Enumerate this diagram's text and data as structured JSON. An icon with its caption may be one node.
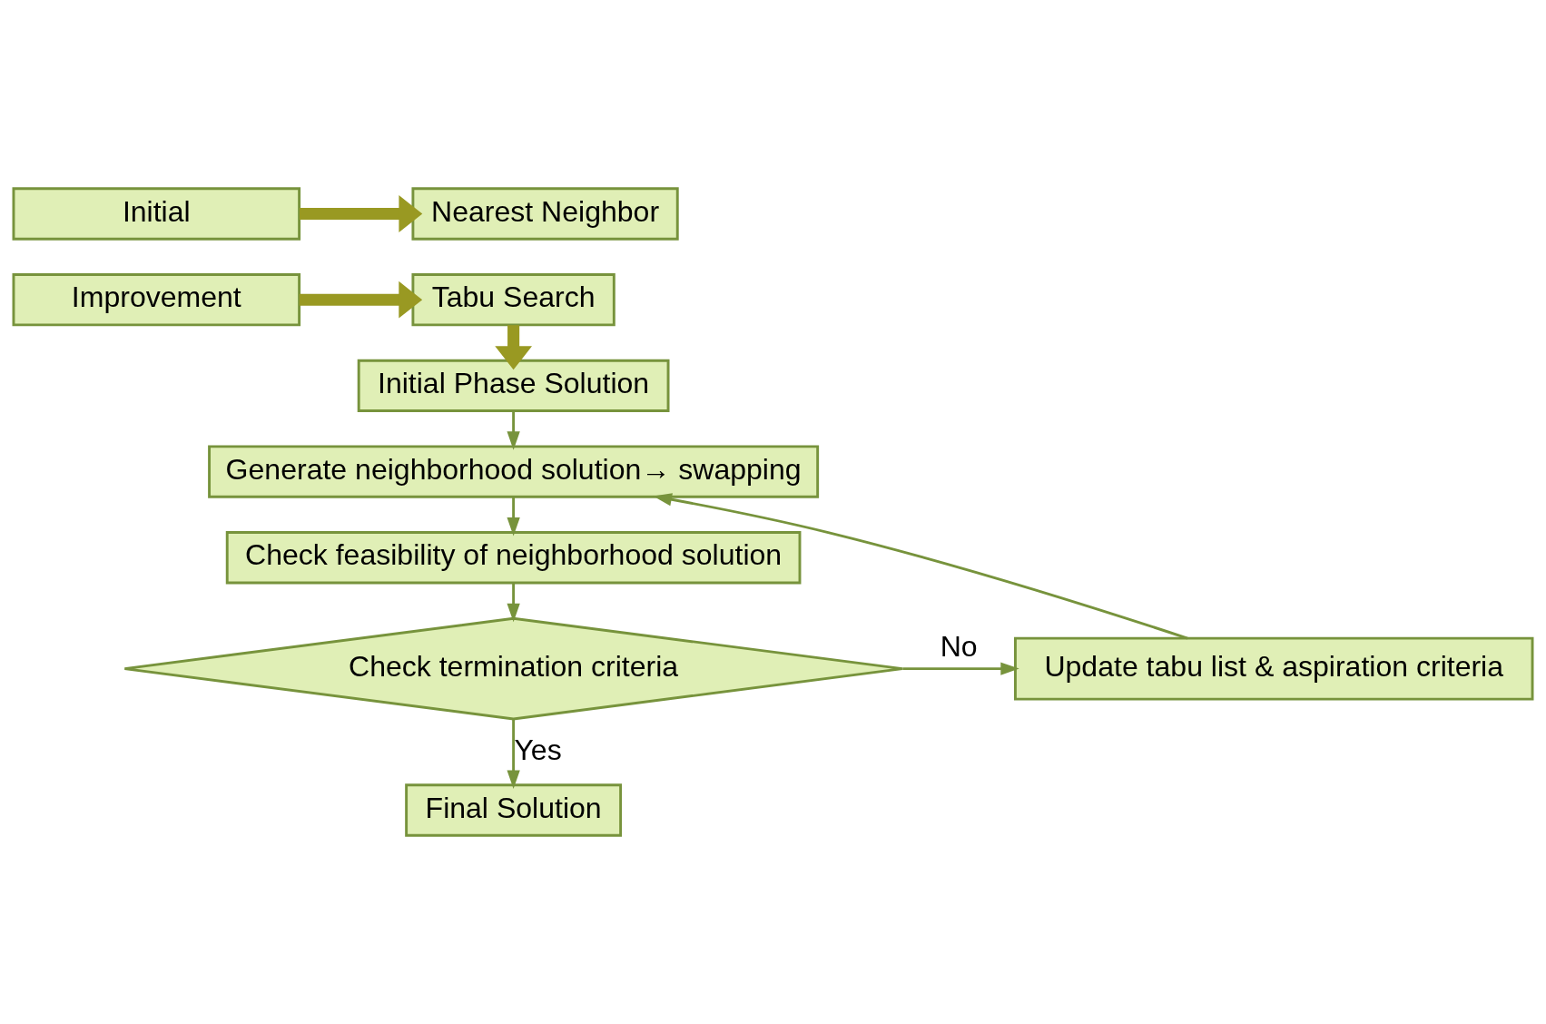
{
  "diagram": {
    "nodes": [
      {
        "text": [
          "Initial"
        ]
      },
      {
        "text": [
          "Nearest Neighbor"
        ]
      },
      {
        "text": [
          "Improvement"
        ]
      },
      {
        "text": [
          "Tabu Search"
        ]
      },
      {
        "text": [
          "Initial Phase Solution"
        ]
      },
      {
        "text": [
          "Generate neighborhood solution→ swapping"
        ]
      },
      {
        "text": [
          "Check feasibility of neighborhood solution"
        ]
      },
      {
        "text": [
          "Check termination criteria"
        ]
      },
      {
        "text": [
          "Update tabu list & aspiration criteria"
        ]
      },
      {
        "text": [
          "Final Solution"
        ]
      }
    ],
    "edges": [
      {
        "from": 0,
        "to": 1,
        "arrow": "to",
        "style": "thick",
        "color": "#999922"
      },
      {
        "from": 2,
        "to": 3,
        "arrow": "to",
        "style": "thick",
        "color": "#999922"
      },
      {
        "from": 3,
        "to": 4,
        "arrow": "to",
        "style": "thick",
        "color": "#999922"
      },
      {
        "from": 4,
        "to": 5,
        "arrow": "to"
      },
      {
        "from": 5,
        "to": 6,
        "arrow": "to"
      },
      {
        "from": 6,
        "to": 7,
        "arrow": "to"
      },
      {
        "from": 7,
        "to": 8,
        "arrow": "to",
        "label": "No"
      },
      {
        "from": 7,
        "to": 9,
        "arrow": "to",
        "label": "Yes"
      },
      {
        "from": 8,
        "to": 5,
        "arrow": "to"
      }
    ]
  }
}
